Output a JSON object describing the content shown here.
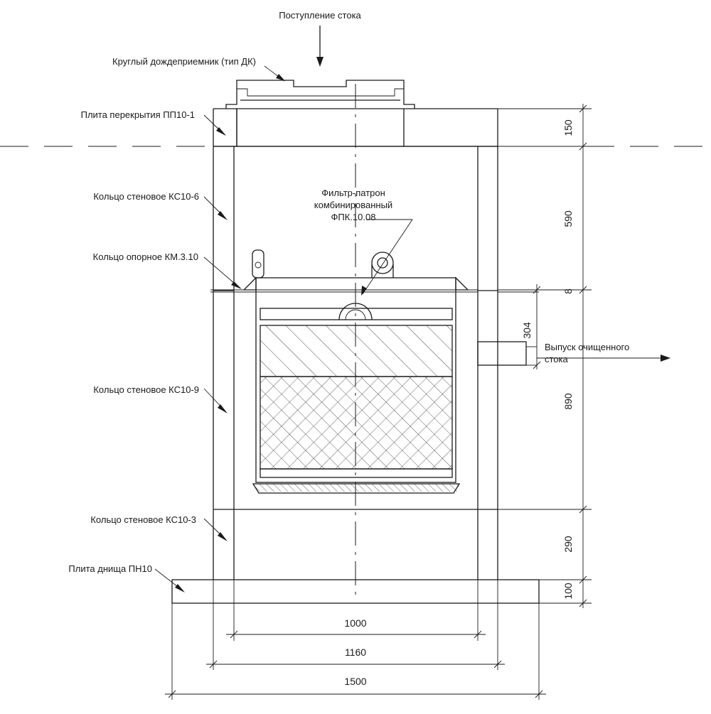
{
  "callouts": {
    "inflow": "Поступление стока",
    "rain_inlet": "Круглый дождеприемник (тип ДК)",
    "cover_slab": "Плита перекрытия ПП10-1",
    "ring_6": "Кольцо стеновое КС10-6",
    "filter_line1": "Фильтр-патрон",
    "filter_line2": "комбинированный",
    "filter_line3": "ФПК.10.08",
    "support_ring": "Кольцо опорное КМ.3.10",
    "ring_9": "Кольцо стеновое КС10-9",
    "outlet_line1": "Выпуск очищенного",
    "outlet_line2": "стока",
    "ring_3": "Кольцо стеновое КС10-3",
    "bottom_slab": "Плита днища ПН10"
  },
  "dimensions": {
    "vertical": {
      "cover": "150",
      "ring_6": "590",
      "support": "8",
      "outlet": "304",
      "ring_9": "890",
      "ring_3": "290",
      "bottom": "100"
    },
    "horizontal": {
      "inner": "1000",
      "outer": "1160",
      "slab": "1500"
    }
  }
}
